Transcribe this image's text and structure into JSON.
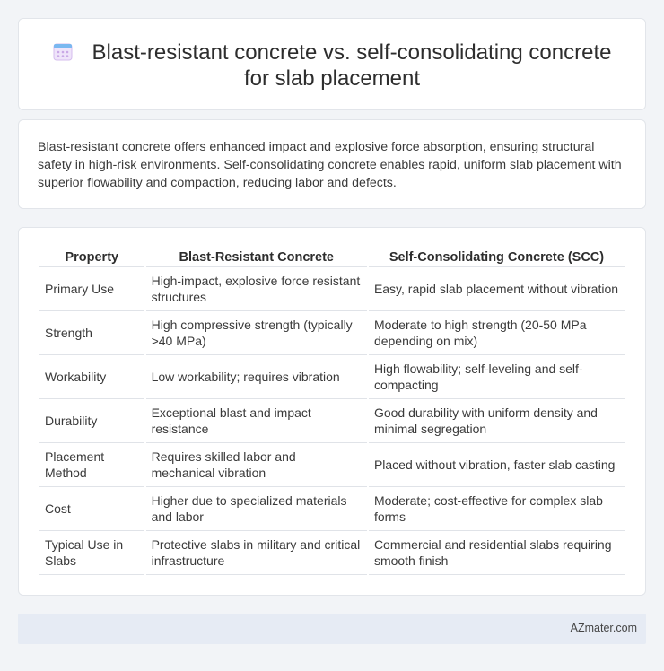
{
  "header": {
    "title": "Blast-resistant concrete vs. self-consolidating concrete for slab placement",
    "icon": "calendar-icon"
  },
  "summary": {
    "text": "Blast-resistant concrete offers enhanced impact and explosive force absorption, ensuring structural safety in high-risk environments. Self-consolidating concrete enables rapid, uniform slab placement with superior flowability and compaction, reducing labor and defects."
  },
  "table": {
    "headers": [
      "Property",
      "Blast-Resistant Concrete",
      "Self-Consolidating Concrete (SCC)"
    ],
    "rows": [
      [
        "Primary Use",
        "High-impact, explosive force resistant structures",
        "Easy, rapid slab placement without vibration"
      ],
      [
        "Strength",
        "High compressive strength (typically >40 MPa)",
        "Moderate to high strength (20-50 MPa depending on mix)"
      ],
      [
        "Workability",
        "Low workability; requires vibration",
        "High flowability; self-leveling and self-compacting"
      ],
      [
        "Durability",
        "Exceptional blast and impact resistance",
        "Good durability with uniform density and minimal segregation"
      ],
      [
        "Placement Method",
        "Requires skilled labor and mechanical vibration",
        "Placed without vibration, faster slab casting"
      ],
      [
        "Cost",
        "Higher due to specialized materials and labor",
        "Moderate; cost-effective for complex slab forms"
      ],
      [
        "Typical Use in Slabs",
        "Protective slabs in military and critical infrastructure",
        "Commercial and residential slabs requiring smooth finish"
      ]
    ]
  },
  "footer": {
    "brand": "AZmater.com"
  },
  "colors": {
    "background": "#f2f4f7",
    "card": "#ffffff",
    "footer": "#e6ebf4",
    "icon_accent": "#c9a8e6"
  }
}
